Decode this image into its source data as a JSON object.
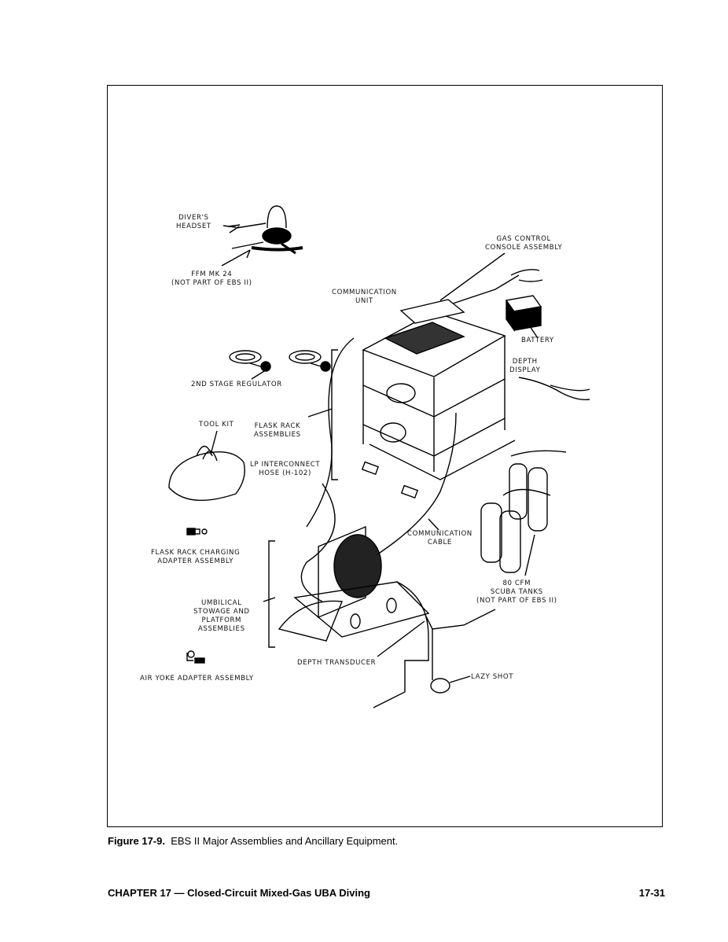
{
  "figure": {
    "labels": {
      "divers_headset": "DIVER'S\nHEADSET",
      "ffm_mk24": "FFM MK 24\n(NOT PART OF EBS II)",
      "gas_control": "GAS CONTROL\nCONSOLE ASSEMBLY",
      "communication_unit": "COMMUNICATION\nUNIT",
      "battery": "BATTERY",
      "depth_display": "DEPTH\nDISPLAY",
      "second_stage_regulator": "2ND STAGE REGULATOR",
      "tool_kit": "TOOL KIT",
      "flask_rack": "FLASK RACK\nASSEMBLIES",
      "lp_hose": "LP INTERCONNECT\nHOSE (H-102)",
      "communication_cable": "COMMUNICATION\nCABLE",
      "flask_rack_charging": "FLASK RACK CHARGING\nADAPTER ASSEMBLY",
      "umbilical": "UMBILICAL\nSTOWAGE AND\nPLATFORM\nASSEMBLIES",
      "scuba_tanks": "80 CFM\nSCUBA TANKS\n(NOT PART OF EBS II)",
      "air_yoke": "AIR YOKE ADAPTER ASSEMBLY",
      "depth_transducer": "DEPTH TRANSDUCER",
      "lazy_shot": "LAZY SHOT"
    },
    "caption_label": "Figure 17-9.",
    "caption_text": "EBS II Major Assemblies and Ancillary Equipment."
  },
  "footer": {
    "chapter": "CHAPTER 17 — Closed-Circuit Mixed-Gas UBA Diving",
    "page": "17-31"
  }
}
